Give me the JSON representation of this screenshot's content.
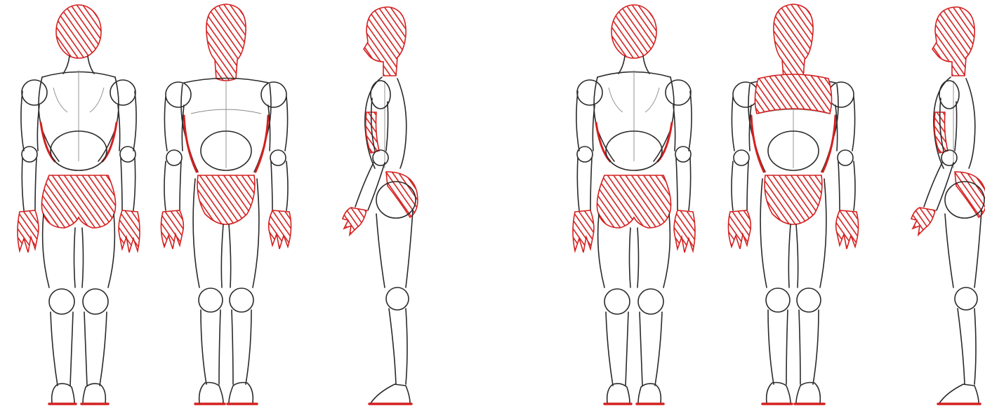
{
  "image": {
    "description_colors": {
      "sketch_line": "#2a2a2a",
      "highlight": "#d42020",
      "background": "#ffffff"
    },
    "panels": [
      {
        "views": [
          {
            "view": "back",
            "highlighted": [
              "head",
              "pelvis",
              "hands",
              "ribcage-sides",
              "soles"
            ]
          },
          {
            "view": "front",
            "highlighted": [
              "head-and-neck",
              "pelvis",
              "hands",
              "ribcage-sides",
              "soles"
            ]
          },
          {
            "view": "side",
            "highlighted": [
              "head-and-neck",
              "ribcage-side",
              "pelvis-front",
              "hand",
              "soles"
            ]
          }
        ]
      },
      {
        "views": [
          {
            "view": "back",
            "highlighted": [
              "head",
              "pelvis",
              "hands",
              "ribcage-sides",
              "soles"
            ]
          },
          {
            "view": "front",
            "highlighted": [
              "head-and-neck",
              "chest",
              "pelvis",
              "hands",
              "ribcage-sides",
              "soles"
            ]
          },
          {
            "view": "side",
            "highlighted": [
              "head",
              "ribcage-side",
              "pelvis-front",
              "hand",
              "soles"
            ]
          }
        ]
      }
    ]
  }
}
